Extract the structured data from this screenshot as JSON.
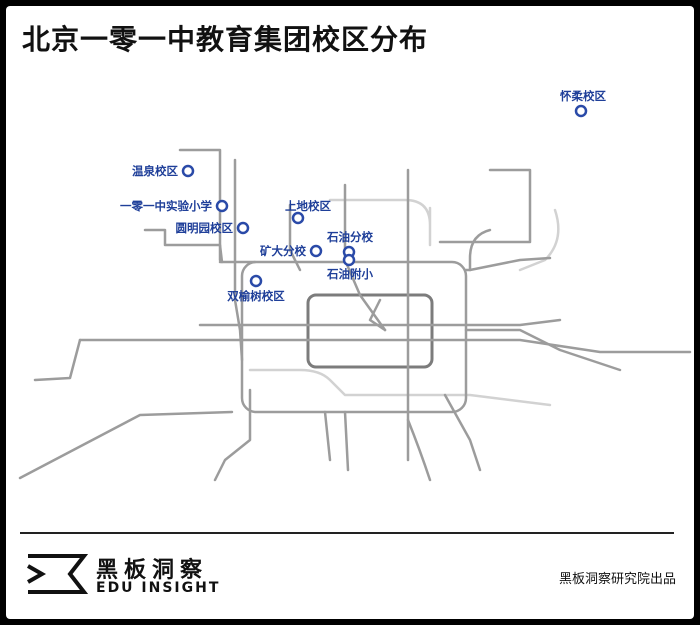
{
  "title": "北京一零一中教育集团校区分布",
  "campuses": [
    {
      "name": "怀柔校区"
    },
    {
      "name": "温泉校区"
    },
    {
      "name": "一零一中实验小学"
    },
    {
      "name": "圆明园校区"
    },
    {
      "name": "上地校区"
    },
    {
      "name": "矿大分校"
    },
    {
      "name": "石油分校"
    },
    {
      "name": "石油附小"
    },
    {
      "name": "双榆树校区"
    }
  ],
  "footer": {
    "brand": "黑板洞察",
    "brand_en": "EDU INSIGHT",
    "credit": "黑板洞察研究院出品"
  },
  "colors": {
    "marker": "#2a4aa8",
    "label": "#1f3f99",
    "subway_line": "#9a9a9a",
    "subway_light": "#cfcfcf"
  }
}
